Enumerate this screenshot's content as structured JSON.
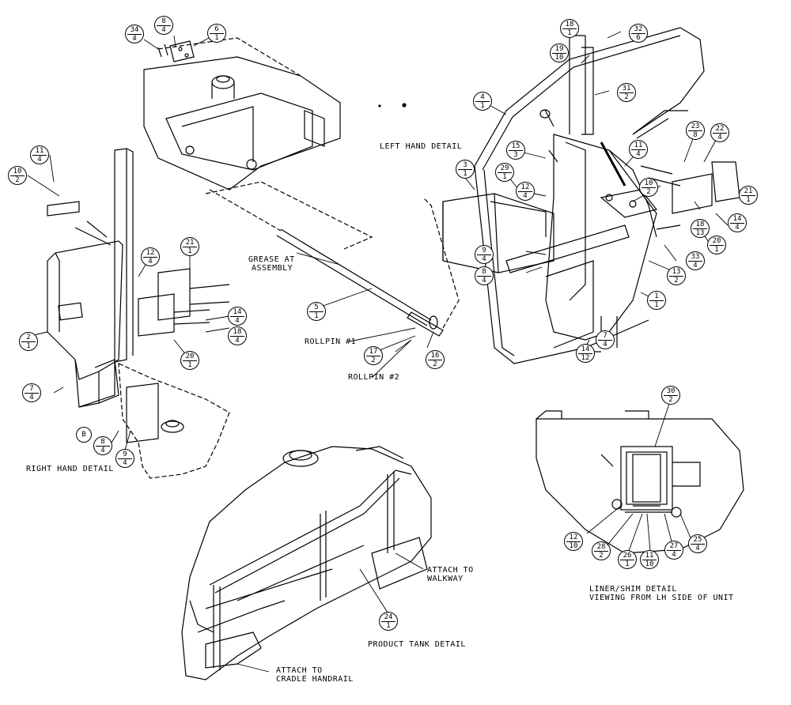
{
  "labels": {
    "left_hand_detail": "LEFT HAND DETAIL",
    "right_hand_detail": "RIGHT HAND DETAIL",
    "product_tank_detail": "PRODUCT TANK DETAIL",
    "liner_shim_detail": "LINER/SHIM DETAIL",
    "liner_shim_sub": "VIEWING FROM LH SIDE OF UNIT",
    "grease_line1": "GREASE AT",
    "grease_line2": "ASSEMBLY",
    "rollpin1": "ROLLPIN #1",
    "rollpin2": "ROLLPIN #2",
    "attach_walkway_1": "ATTACH TO",
    "attach_walkway_2": "WALKWAY",
    "attach_cradle_1": "ATTACH TO",
    "attach_cradle_2": "CRADLE HANDRAIL",
    "detail_b": "B"
  },
  "callouts": [
    {
      "item": "34",
      "qty": "4"
    },
    {
      "item": "8",
      "qty": "4"
    },
    {
      "item": "6",
      "qty": "1"
    },
    {
      "item": "11",
      "qty": "4"
    },
    {
      "item": "10",
      "qty": "2"
    },
    {
      "item": "12",
      "qty": "4"
    },
    {
      "item": "21",
      "qty": "1"
    },
    {
      "item": "14",
      "qty": "4"
    },
    {
      "item": "18",
      "qty": "4"
    },
    {
      "item": "20",
      "qty": "1"
    },
    {
      "item": "2",
      "qty": "1"
    },
    {
      "item": "7",
      "qty": "4"
    },
    {
      "item": "8",
      "qty": "4"
    },
    {
      "item": "9",
      "qty": "4"
    },
    {
      "item": "5",
      "qty": "1"
    },
    {
      "item": "17",
      "qty": "2"
    },
    {
      "item": "16",
      "qty": "2"
    },
    {
      "item": "18",
      "qty": "1"
    },
    {
      "item": "19",
      "qty": "10"
    },
    {
      "item": "32",
      "qty": "6"
    },
    {
      "item": "31",
      "qty": "2"
    },
    {
      "item": "4",
      "qty": "1"
    },
    {
      "item": "15",
      "qty": "3"
    },
    {
      "item": "11",
      "qty": "4"
    },
    {
      "item": "23",
      "qty": "8"
    },
    {
      "item": "22",
      "qty": "4"
    },
    {
      "item": "3",
      "qty": "1"
    },
    {
      "item": "29",
      "qty": "1"
    },
    {
      "item": "12",
      "qty": "4"
    },
    {
      "item": "10",
      "qty": "2"
    },
    {
      "item": "21",
      "qty": "1"
    },
    {
      "item": "14",
      "qty": "4"
    },
    {
      "item": "18",
      "qty": "13"
    },
    {
      "item": "20",
      "qty": "1"
    },
    {
      "item": "9",
      "qty": "4"
    },
    {
      "item": "8",
      "qty": "4"
    },
    {
      "item": "33",
      "qty": "4"
    },
    {
      "item": "13",
      "qty": "2"
    },
    {
      "item": "1",
      "qty": "1"
    },
    {
      "item": "7",
      "qty": "4"
    },
    {
      "item": "14",
      "qty": "12"
    },
    {
      "item": "30",
      "qty": "2"
    },
    {
      "item": "12",
      "qty": "10"
    },
    {
      "item": "28",
      "qty": "2"
    },
    {
      "item": "26",
      "qty": "1"
    },
    {
      "item": "11",
      "qty": "10"
    },
    {
      "item": "27",
      "qty": "4"
    },
    {
      "item": "25",
      "qty": "4"
    },
    {
      "item": "24",
      "qty": "1"
    }
  ]
}
